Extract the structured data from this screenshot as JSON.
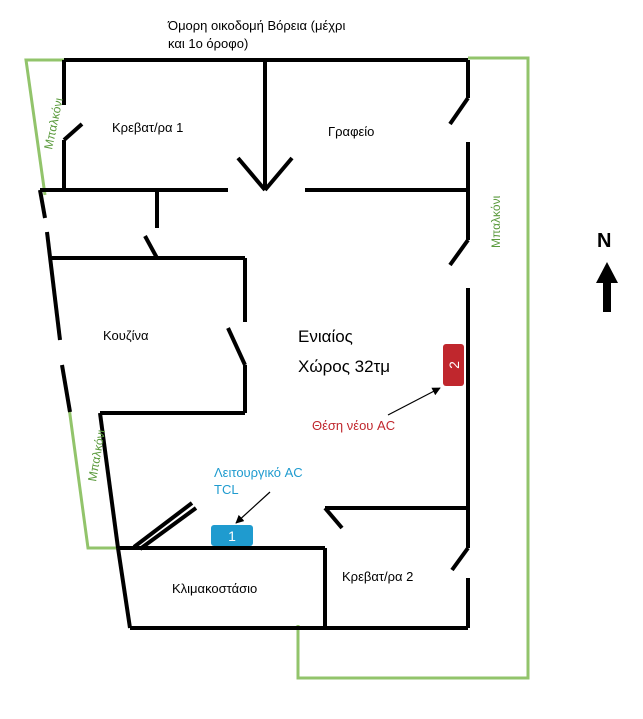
{
  "title_lines": [
    "Όμορη οικοδομή  Βόρεια (μέχρι",
    "και 1ο όροφο)"
  ],
  "rooms": {
    "bedroom1": "Κρεβατ/ρα 1",
    "office": "Γραφείο",
    "kitchen": "Κουζίνα",
    "living_line1": "Ενιαίος",
    "living_line2": "Χώρος 32τμ",
    "stairs": "Κλιμακοστάσιο",
    "bedroom2": "Κρεβατ/ρα 2"
  },
  "balconies": {
    "top_left": "Μπαλκόνι",
    "right": "Μπαλκόνι",
    "left_bottom": "Μπαλκόνι"
  },
  "north_label": "N",
  "ac_new": {
    "label": "Θέση νέου AC",
    "marker": "2"
  },
  "ac_existing": {
    "label_line1": "Λειτουργικό AC",
    "label_line2": "TCL",
    "marker": "1"
  },
  "colors": {
    "wall": "#000000",
    "balcony": "#92c46b",
    "balcony_text": "#5a9a3c",
    "ac_new": "#c0272d",
    "ac_existing": "#1f9bcf"
  }
}
